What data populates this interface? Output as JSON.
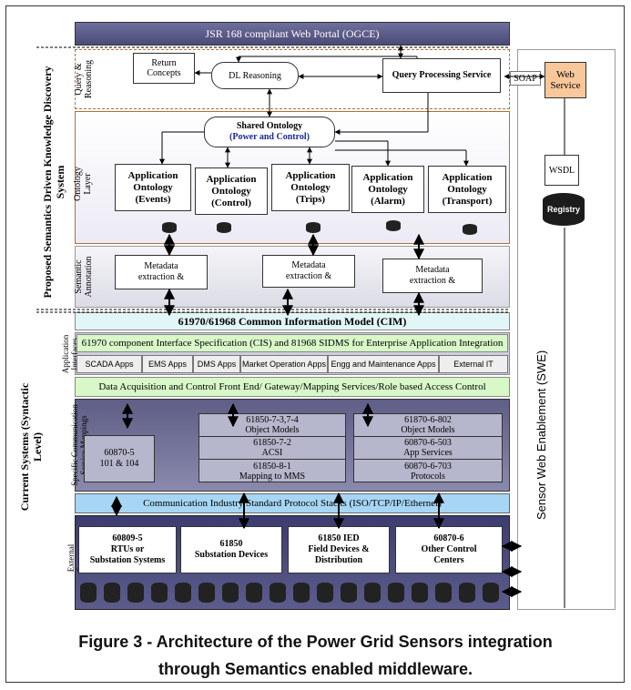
{
  "portal": "JSR 168 compliant Web Portal (OGCE)",
  "left_label_top": "Proposed Semantics Driven Knowledge Discovery System",
  "left_label_bottom": "Current Systems (Syntactic Level)",
  "layer_labels": {
    "query": "Query & Reasoning",
    "ontology": "Ontology Layer",
    "annotation": "Semantic Annotation",
    "interfaces": "Application Interfaces",
    "mappings": "Specific Communication Service Mappings",
    "external": "External Systems"
  },
  "query_layer": {
    "return_concepts": "Return Concepts",
    "dl_reasoning": "DL Reasoning",
    "query_processing": "Query Processing Service"
  },
  "shared_ontology": {
    "title": "Shared Ontology",
    "subtitle": "(Power and Control)"
  },
  "app_ontologies": [
    {
      "l1": "Application",
      "l2": "Ontology",
      "l3": "(Events)"
    },
    {
      "l1": "Application",
      "l2": "Ontology",
      "l3": "(Control)"
    },
    {
      "l1": "Application",
      "l2": "Ontology",
      "l3": "(Trips)"
    },
    {
      "l1": "Application",
      "l2": "Ontology",
      "l3": "(Alarm)"
    },
    {
      "l1": "Application",
      "l2": "Ontology",
      "l3": "(Transport)"
    }
  ],
  "metadata_boxes": [
    {
      "l1": "Metadata",
      "l2": "extraction &"
    },
    {
      "l1": "Metadata",
      "l2": "extraction &"
    },
    {
      "l1": "Metadata",
      "l2": "extraction &"
    }
  ],
  "cim": "61970/61968 Common Information Model (CIM)",
  "cis": "61970 component Interface Specification (CIS) and 81968 SIDMS for Enterprise Application Integration",
  "apps": [
    "SCADA Apps",
    "EMS Apps",
    "DMS Apps",
    "Market Operation Apps",
    "Engg and Maintenance Apps",
    "External IT"
  ],
  "data_acq": "Data Acquisition and Control Front End/ Gateway/Mapping Services/Role based Access Control",
  "mapping_left": {
    "l1": "60870-5",
    "l2": "101 & 104"
  },
  "mapping_mid": [
    {
      "l1": "61850-7-3,7-4",
      "l2": "Object Models"
    },
    {
      "l1": "61850-7-2",
      "l2": "ACSI"
    },
    {
      "l1": "61850-8-1",
      "l2": "Mapping to MMS"
    }
  ],
  "mapping_right": [
    {
      "l1": "61870-6-802",
      "l2": "Object Models"
    },
    {
      "l1": "60870-6-503",
      "l2": "App Services"
    },
    {
      "l1": "60870-6-703",
      "l2": "Protocols"
    }
  ],
  "protocol_stacks": "Communication Industry Standard Protocol Stacks (ISO/TCP/IP/Ethernet)",
  "external_systems": [
    {
      "l1": "60809-5",
      "l2": "RTUs or",
      "l3": "Substation Systems"
    },
    {
      "l1": "61850",
      "l2": "Substation Devices",
      "l3": ""
    },
    {
      "l1": "61850 IED",
      "l2": "Field Devices &",
      "l3": "Distribution"
    },
    {
      "l1": "60870-6",
      "l2": "Other Control",
      "l3": "Centers"
    }
  ],
  "soap": "SOAP",
  "web_service": {
    "l1": "Web",
    "l2": "Service"
  },
  "wsdl": "WSDL",
  "registry": "Registry",
  "swe": "Sensor Web Enablement (SWE)",
  "caption": {
    "line1": "Figure 3 - Architecture of the Power Grid Sensors integration",
    "line2": "through Semantics enabled middleware."
  }
}
